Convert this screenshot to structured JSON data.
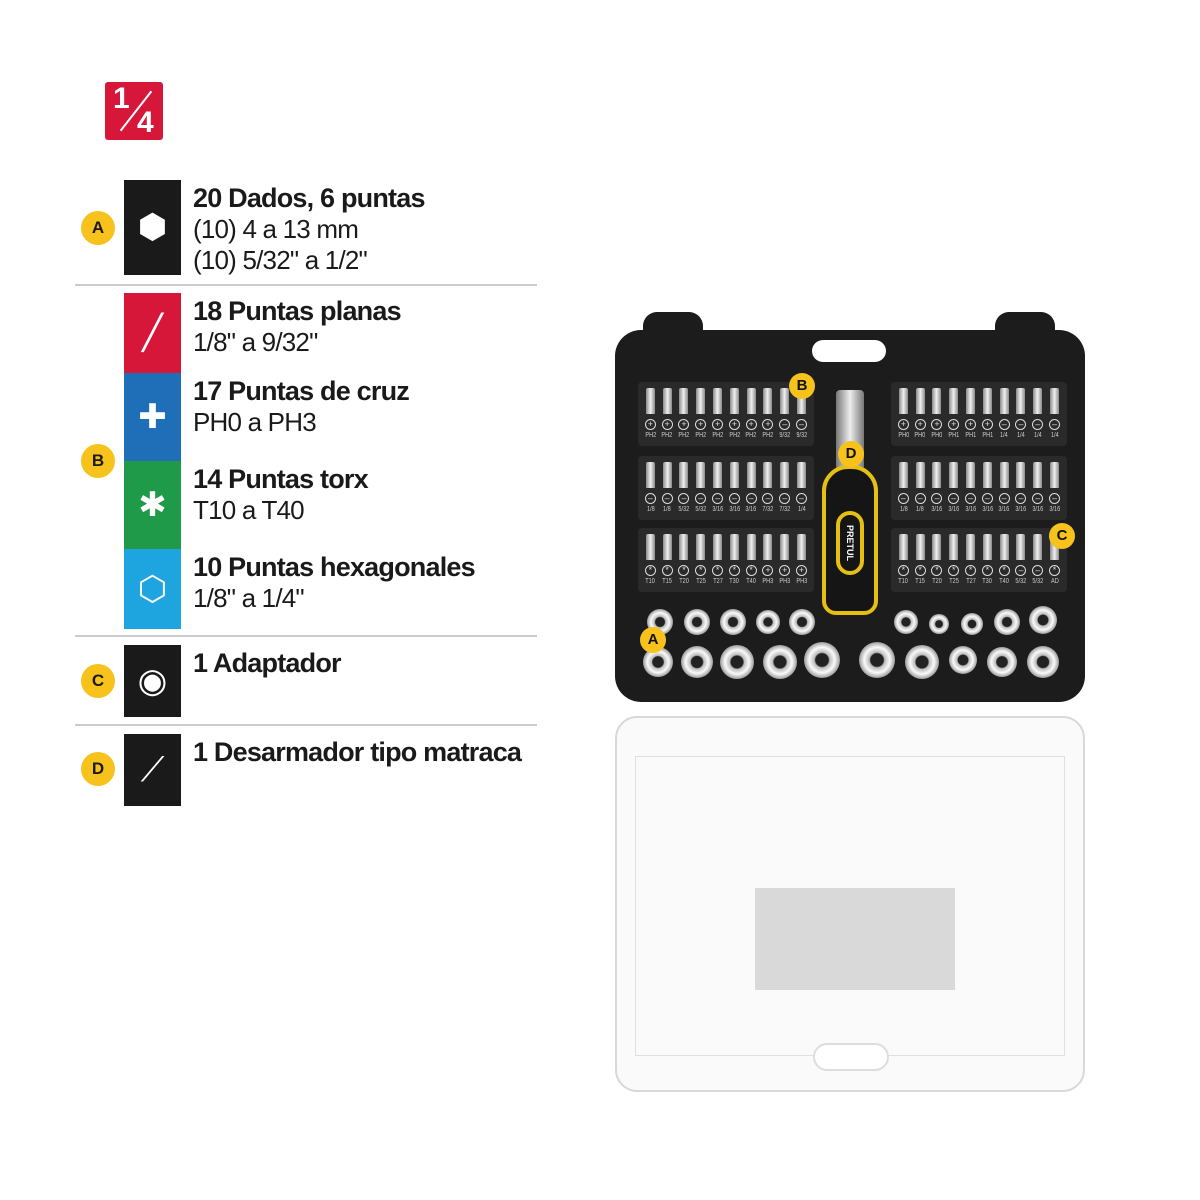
{
  "drive_badge": {
    "numerator": "1",
    "denominator": "4",
    "color": "#d6173a"
  },
  "items": [
    {
      "letter": "A",
      "title": "20 Dados, 6 puntas",
      "lines": [
        "(10) 4 a 13 mm",
        "(10) 5/32\" a 1/2\""
      ],
      "icon": "socket-icon",
      "color": "#1a1a1a"
    },
    {
      "letter": "B",
      "title": "18 Puntas planas",
      "lines": [
        "1/8\" a 9/32\""
      ],
      "icon": "flat-bit-icon",
      "color": "#d6173a"
    },
    {
      "letter": "",
      "title": "17 Puntas de cruz",
      "lines": [
        "PH0 a PH3"
      ],
      "icon": "phillips-bit-icon",
      "color": "#1f6fb8"
    },
    {
      "letter": "",
      "title": "14 Puntas torx",
      "lines": [
        "T10 a T40"
      ],
      "icon": "torx-bit-icon",
      "color": "#1f9a48"
    },
    {
      "letter": "",
      "title": "10 Puntas hexagonales",
      "lines": [
        "1/8\" a 1/4\""
      ],
      "icon": "hex-bit-icon",
      "color": "#1ea5e0"
    },
    {
      "letter": "C",
      "title": "1 Adaptador",
      "lines": [],
      "icon": "adapter-icon",
      "color": "#1a1a1a"
    },
    {
      "letter": "D",
      "title": "1 Desarmador tipo matraca",
      "lines": [],
      "icon": "ratchet-screwdriver-icon",
      "color": "#1a1a1a"
    }
  ],
  "product": {
    "brand": "PRETUL",
    "markers": [
      "A",
      "B",
      "C",
      "D"
    ],
    "bit_rows": {
      "left": [
        [
          "PH2",
          "PH2",
          "PH2",
          "PH2",
          "PH2",
          "PH2",
          "PH2",
          "PH2",
          "9/32",
          "9/32"
        ],
        [
          "1/8",
          "1/8",
          "5/32",
          "5/32",
          "3/16",
          "3/16",
          "3/16",
          "7/32",
          "7/32",
          "1/4"
        ],
        [
          "T10",
          "T15",
          "T20",
          "T25",
          "T27",
          "T30",
          "T40",
          "PH3",
          "PH3",
          "PH3"
        ]
      ],
      "right": [
        [
          "PH0",
          "PH0",
          "PH0",
          "PH1",
          "PH1",
          "PH1",
          "1/4",
          "1/4",
          "1/4",
          "1/4"
        ],
        [
          "1/8",
          "1/8",
          "3/16",
          "3/16",
          "3/16",
          "3/16",
          "3/16",
          "3/16",
          "3/16",
          "3/16"
        ],
        [
          "T10",
          "T15",
          "T20",
          "T25",
          "T27",
          "T30",
          "T40",
          "5/32",
          "5/32",
          "AD"
        ]
      ]
    }
  }
}
